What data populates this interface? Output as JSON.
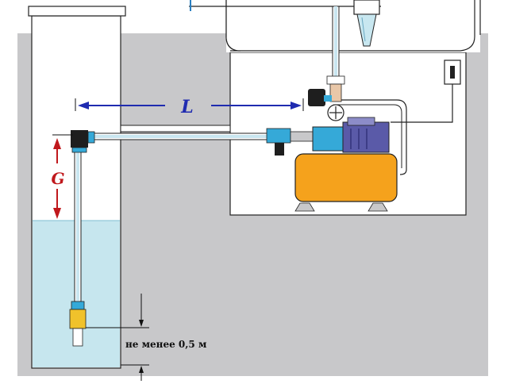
{
  "labels": {
    "horizontal_distance": "L",
    "vertical_distance": "G",
    "min_depth_note": "не менее 0,5 м"
  },
  "colors": {
    "ground": "#c8c8ca",
    "water": "#c6e6ee",
    "pump_body": "#f5a21c",
    "motor": "#5a5aa8",
    "pipe_fitting": "#35a9d8",
    "valve_dark": "#2b2b2b",
    "check_valve": "#f0c22b",
    "arrow_blue": "#1f2bb0",
    "arrow_red": "#c0181c",
    "pipe_line": "#111111"
  },
  "icons": {
    "switch": "wall-switch-icon",
    "pressure_gauge": "pressure-gauge-icon",
    "filter": "cone-filter-icon"
  }
}
